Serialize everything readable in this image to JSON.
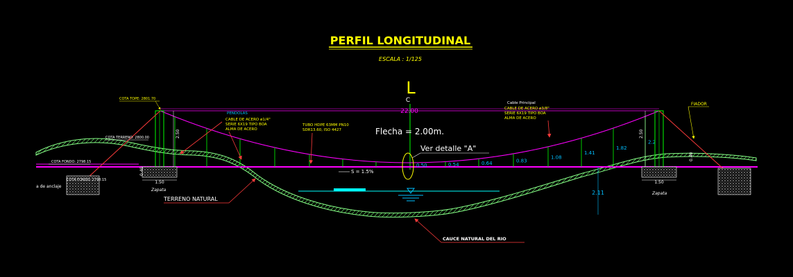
{
  "title": "PERFIL LONGITUDINAL",
  "scale": "ESCALA : 1/125",
  "centerline": {
    "symbol": "L",
    "sub": "C"
  },
  "span": "22.00",
  "sag": "Flecha = 2.00m.",
  "detail_ref": "Ver detalle \"A\"",
  "slope": "S = 1.5%",
  "labels": {
    "cota_tope": "COTA TOPE: 2801.70",
    "cota_terreno": "COTA TERRENO: 2800.00",
    "cota_fondo": "COTA FONDO: 2798.15",
    "cota_fondo2": "COTA FONDO: 2798.15",
    "anclaje": "a de anclaje",
    "pendolas": [
      "PENDOLAS",
      "CABLE DE ACERO ø1/4\"",
      "SERIE 6X19 TIPO BOA",
      "ALMA DE ACERO"
    ],
    "tubo": [
      "TUBO HDPE 63MM PN10",
      "SDR13.60, ISO 4427"
    ],
    "cable_principal": [
      "Cable Principal",
      "CABLE DE ACERO ø3/8\"",
      "SERIE 6X19 TIPO BOA",
      "ALMA DE ACERO"
    ],
    "fiador": "FIADOR",
    "terreno_natural": "TERRENO NATURAL",
    "cauce": "CAUCE NATURAL DEL RIO",
    "zapata_left": "Zapata",
    "zapata_right": "Zapata",
    "tower_height_left": "2.50",
    "tower_height_right": "2.50",
    "footing_left": "1.50",
    "footing_right": "1.50",
    "depth_left": "0.40",
    "depth_right": "0.40",
    "pier_height": "2.11"
  },
  "hangers": [
    "0.50",
    "0.54",
    "0.64",
    "0.83",
    "1.08",
    "1.41",
    "1.82",
    "2.2"
  ],
  "colors": {
    "title": "#ffff00",
    "cable": "#ff00ff",
    "hanger": "#00ff00",
    "terrain": "#88ff88",
    "arrow": "#ff3b3b",
    "dimension": "#00bfff",
    "text_yellow": "#ffff00",
    "water": "#00ffff"
  }
}
